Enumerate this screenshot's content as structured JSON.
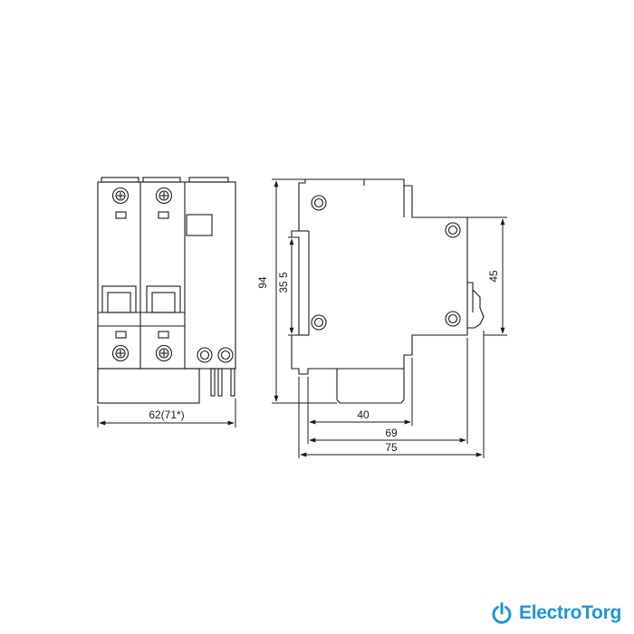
{
  "diagram": {
    "front_width_label": "62(71*)",
    "side_height_label": "94",
    "side_rail_height_label": "35 5",
    "side_right_height_label": "45",
    "depth_label_40": "40",
    "depth_label_69": "69",
    "depth_label_75": "75"
  },
  "brand": {
    "name": "ElectroTorg",
    "color": "#1e96d6",
    "icon": "power-icon"
  }
}
